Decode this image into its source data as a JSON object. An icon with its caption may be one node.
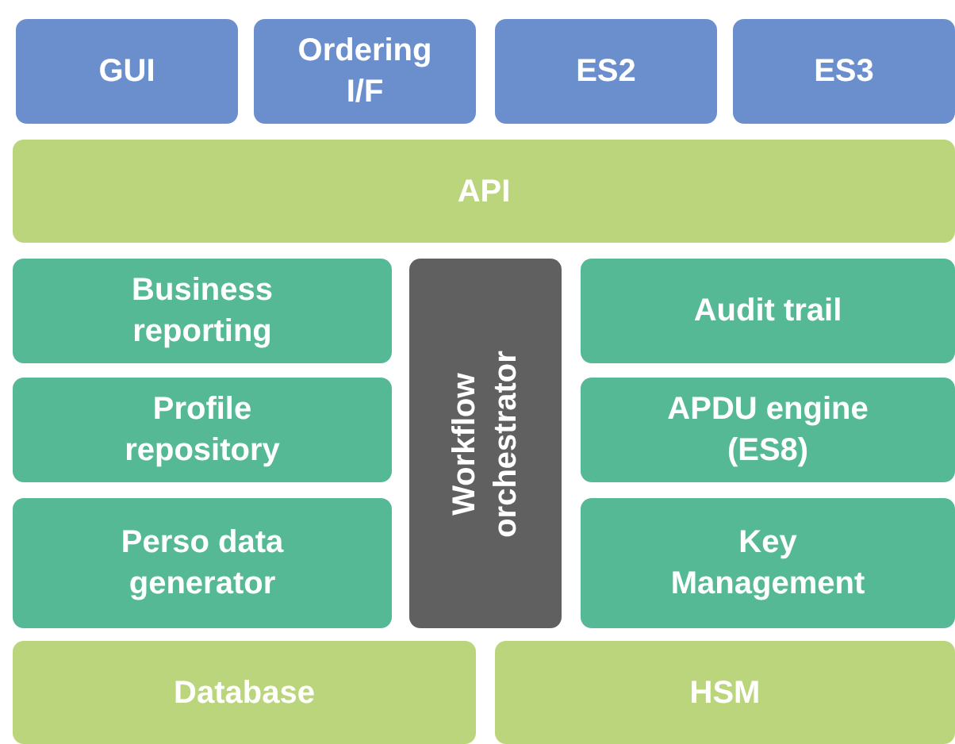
{
  "diagram": {
    "nodes": [
      {
        "text": [
          "GUI"
        ]
      },
      {
        "text": [
          "Ordering I/F"
        ]
      },
      {
        "text": [
          "ES2"
        ]
      },
      {
        "text": [
          "ES3"
        ]
      },
      {
        "text": [
          "API"
        ]
      },
      {
        "text": [
          "Business reporting"
        ]
      },
      {
        "text": [
          "Profile repository"
        ]
      },
      {
        "text": [
          "Perso data generator"
        ]
      },
      {
        "text": [
          "Workflow orchestrator"
        ]
      },
      {
        "text": [
          "Audit trail"
        ]
      },
      {
        "text": [
          "APDU engine (ES8)"
        ]
      },
      {
        "text": [
          "Key Management"
        ]
      },
      {
        "text": [
          "Database"
        ]
      },
      {
        "text": [
          "HSM"
        ]
      }
    ]
  }
}
